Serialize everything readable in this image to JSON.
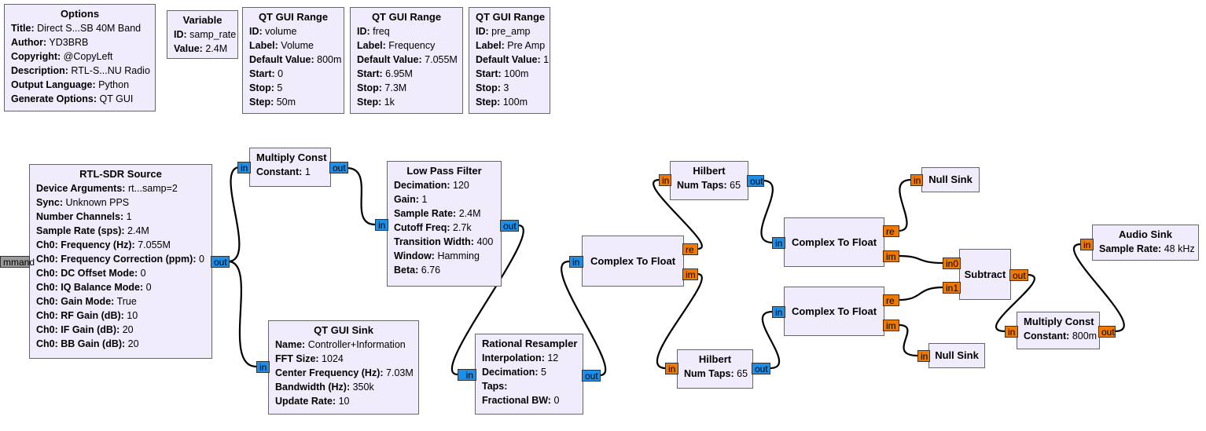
{
  "blocks": {
    "options": {
      "title": "Options",
      "rows": [
        {
          "k": "Title:",
          "v": "Direct S...SB 40M Band"
        },
        {
          "k": "Author:",
          "v": "YD3BRB"
        },
        {
          "k": "Copyright:",
          "v": "@CopyLeft"
        },
        {
          "k": "Description:",
          "v": "RTL-S...NU Radio"
        },
        {
          "k": "Output Language:",
          "v": "Python"
        },
        {
          "k": "Generate Options:",
          "v": "QT GUI"
        }
      ]
    },
    "variable": {
      "title": "Variable",
      "rows": [
        {
          "k": "ID:",
          "v": "samp_rate"
        },
        {
          "k": "Value:",
          "v": "2.4M"
        }
      ]
    },
    "range_volume": {
      "title": "QT GUI Range",
      "rows": [
        {
          "k": "ID:",
          "v": "volume"
        },
        {
          "k": "Label:",
          "v": "Volume"
        },
        {
          "k": "Default Value:",
          "v": "800m"
        },
        {
          "k": "Start:",
          "v": "0"
        },
        {
          "k": "Stop:",
          "v": "5"
        },
        {
          "k": "Step:",
          "v": "50m"
        }
      ]
    },
    "range_freq": {
      "title": "QT GUI Range",
      "rows": [
        {
          "k": "ID:",
          "v": "freq"
        },
        {
          "k": "Label:",
          "v": "Frequency"
        },
        {
          "k": "Default Value:",
          "v": "7.055M"
        },
        {
          "k": "Start:",
          "v": "6.95M"
        },
        {
          "k": "Stop:",
          "v": "7.3M"
        },
        {
          "k": "Step:",
          "v": "1k"
        }
      ]
    },
    "range_preamp": {
      "title": "QT GUI Range",
      "rows": [
        {
          "k": "ID:",
          "v": "pre_amp"
        },
        {
          "k": "Label:",
          "v": "Pre Amp"
        },
        {
          "k": "Default Value:",
          "v": "1"
        },
        {
          "k": "Start:",
          "v": "100m"
        },
        {
          "k": "Stop:",
          "v": "3"
        },
        {
          "k": "Step:",
          "v": "100m"
        }
      ]
    },
    "rtl_source": {
      "title": "RTL-SDR Source",
      "rows": [
        {
          "k": "Device Arguments:",
          "v": "rt...samp=2"
        },
        {
          "k": "Sync:",
          "v": "Unknown PPS"
        },
        {
          "k": "Number Channels:",
          "v": "1"
        },
        {
          "k": "Sample Rate (sps):",
          "v": "2.4M"
        },
        {
          "k": "Ch0: Frequency (Hz):",
          "v": "7.055M"
        },
        {
          "k": "Ch0: Frequency Correction (ppm):",
          "v": "0"
        },
        {
          "k": "Ch0: DC Offset Mode:",
          "v": "0"
        },
        {
          "k": "Ch0: IQ Balance Mode:",
          "v": "0"
        },
        {
          "k": "Ch0: Gain Mode:",
          "v": "True"
        },
        {
          "k": "Ch0: RF Gain (dB):",
          "v": "10"
        },
        {
          "k": "Ch0: IF Gain (dB):",
          "v": "20"
        },
        {
          "k": "Ch0: BB Gain (dB):",
          "v": "20"
        }
      ]
    },
    "mult_const1": {
      "title": "Multiply Const",
      "rows": [
        {
          "k": "Constant:",
          "v": "1"
        }
      ]
    },
    "lpf": {
      "title": "Low Pass Filter",
      "rows": [
        {
          "k": "Decimation:",
          "v": "120"
        },
        {
          "k": "Gain:",
          "v": "1"
        },
        {
          "k": "Sample Rate:",
          "v": "2.4M"
        },
        {
          "k": "Cutoff Freq:",
          "v": "2.7k"
        },
        {
          "k": "Transition Width:",
          "v": "400"
        },
        {
          "k": "Window:",
          "v": "Hamming"
        },
        {
          "k": "Beta:",
          "v": "6.76"
        }
      ]
    },
    "qt_sink": {
      "title": "QT GUI Sink",
      "rows": [
        {
          "k": "Name:",
          "v": "Controller+Information"
        },
        {
          "k": "FFT Size:",
          "v": "1024"
        },
        {
          "k": "Center Frequency (Hz):",
          "v": "7.03M"
        },
        {
          "k": "Bandwidth (Hz):",
          "v": "350k"
        },
        {
          "k": "Update Rate:",
          "v": "10"
        }
      ]
    },
    "resampler": {
      "title": "Rational Resampler",
      "rows": [
        {
          "k": "Interpolation:",
          "v": "12"
        },
        {
          "k": "Decimation:",
          "v": "5"
        },
        {
          "k": "Taps:",
          "v": ""
        },
        {
          "k": "Fractional BW:",
          "v": "0"
        }
      ]
    },
    "c2f_1": {
      "title": "Complex To Float"
    },
    "hilbert_1": {
      "title": "Hilbert",
      "rows": [
        {
          "k": "Num Taps:",
          "v": "65"
        }
      ]
    },
    "hilbert_2": {
      "title": "Hilbert",
      "rows": [
        {
          "k": "Num Taps:",
          "v": "65"
        }
      ]
    },
    "c2f_2": {
      "title": "Complex To Float"
    },
    "c2f_3": {
      "title": "Complex To Float"
    },
    "null_sink_1": {
      "title": "Null Sink"
    },
    "null_sink_2": {
      "title": "Null Sink"
    },
    "subtract": {
      "title": "Subtract"
    },
    "mult_const2": {
      "title": "Multiply Const",
      "rows": [
        {
          "k": "Constant:",
          "v": "800m"
        }
      ]
    },
    "audio_sink": {
      "title": "Audio Sink",
      "rows": [
        {
          "k": "Sample Rate:",
          "v": "48 kHz"
        }
      ]
    }
  },
  "ports": {
    "in": "in",
    "out": "out",
    "re": "re",
    "im": "im",
    "in0": "in0",
    "in1": "in1",
    "command": "mmand"
  },
  "colors": {
    "block_fill": "#f0ecfb",
    "complex_port": "#1e8fe8",
    "float_port": "#f07a00",
    "message_port": "#9a9a9a"
  }
}
